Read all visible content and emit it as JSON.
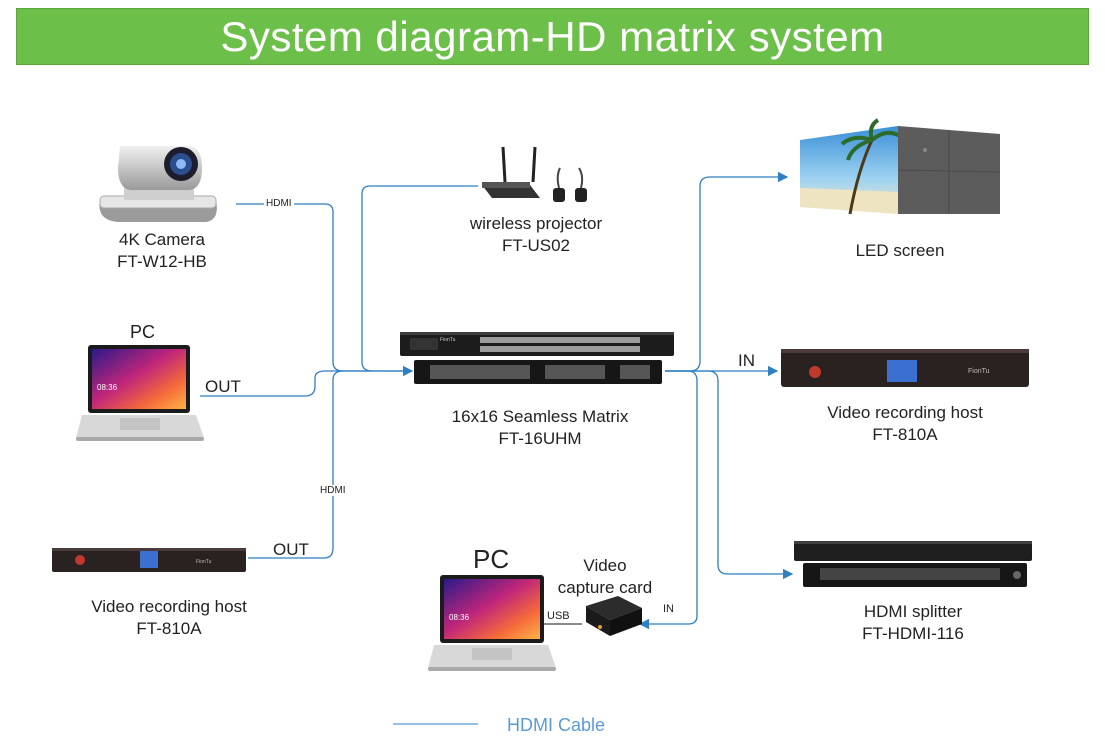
{
  "title": "System diagram-HD matrix system",
  "devices": {
    "camera": {
      "name": "4K Camera",
      "model": "FT-W12-HB"
    },
    "pc_left": {
      "name": "PC"
    },
    "recorder_left": {
      "name": "Video recording host",
      "model": "FT-810A"
    },
    "wireless": {
      "name": "wireless projector",
      "model": "FT-US02"
    },
    "matrix": {
      "name": "16x16 Seamless Matrix",
      "model": "FT-16UHM",
      "brand": "FionTu"
    },
    "pc_bottom": {
      "name": "PC"
    },
    "capture": {
      "name": "Video",
      "name2": "capture card"
    },
    "led": {
      "name": "LED screen"
    },
    "recorder_right": {
      "name": "Video recording host",
      "model": "FT-810A"
    },
    "splitter": {
      "name": "HDMI splitter",
      "model": "FT-HDMI-116"
    }
  },
  "ports": {
    "hdmi_camera": "HDMI",
    "out_pc": "OUT",
    "hdmi_recorder": "HDMI",
    "out_recorder": "OUT",
    "in_recorder": "IN",
    "usb": "USB",
    "in_capture": "IN"
  },
  "legend": {
    "label": "HDMI Cable"
  },
  "laptop_screen": {
    "time": "08:36"
  },
  "colors": {
    "title_bg": "#6cc04a",
    "cable": "#2f7fc1",
    "legend": "#5b9bd5"
  }
}
